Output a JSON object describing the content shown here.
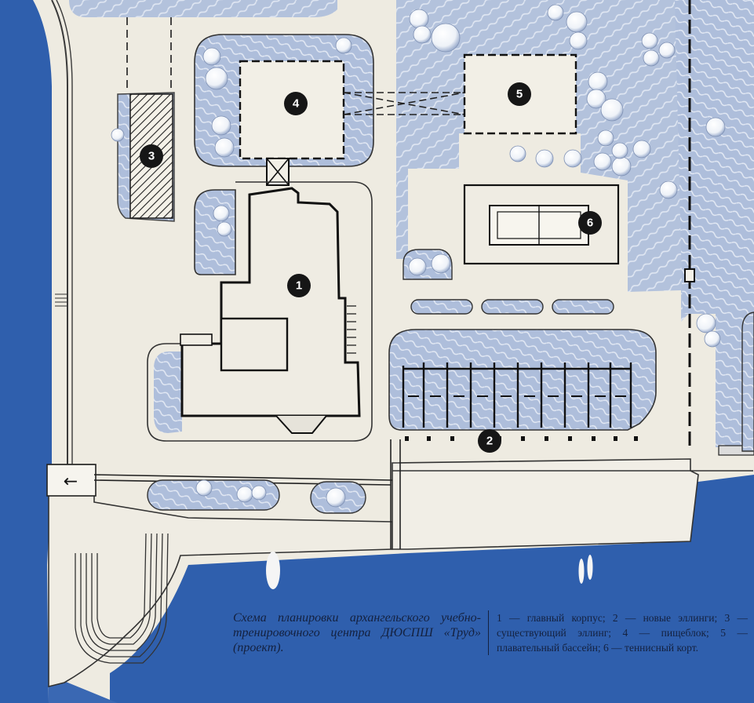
{
  "map": {
    "markers": [
      {
        "id": "marker-1",
        "label": "1"
      },
      {
        "id": "marker-2",
        "label": "2"
      },
      {
        "id": "marker-3",
        "label": "3"
      },
      {
        "id": "marker-4",
        "label": "4"
      },
      {
        "id": "marker-5",
        "label": "5"
      },
      {
        "id": "marker-6",
        "label": "6"
      }
    ],
    "entrance_arrow": "←"
  },
  "caption": {
    "title": "Схема планировки архангельского учебно-тренировочного центра ДЮСПШ «Труд» (проект).",
    "legend": "1 — главный корпус; 2 — новые эллинги; 3 — существующий эллинг; 4 — пищеблок; 5 — плавательный бассейн; 6 — теннисный корт."
  },
  "colors": {
    "water": "#2f5fad",
    "ground": "#eeebe1",
    "landscape": "#a9b9d6",
    "building": "#1c1c1c"
  }
}
